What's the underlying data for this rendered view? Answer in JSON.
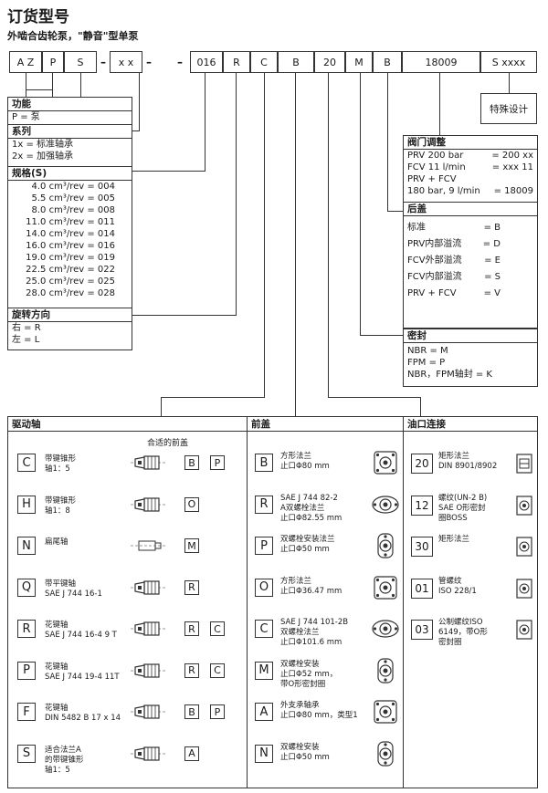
{
  "header": {
    "title": "订货型号",
    "subtitle": "外啮合齿轮泵，\"静音\"型单泵"
  },
  "code_cells": [
    "A Z",
    "P",
    "S",
    "x x",
    "016",
    "R",
    "C",
    "B",
    "20",
    "M",
    "B",
    "18009",
    "S xxxx"
  ],
  "dash": "–",
  "boxes": {
    "function": {
      "title": "功能",
      "lines": [
        "P = 泵"
      ]
    },
    "series": {
      "title": "系列",
      "lines": [
        "1x = 标准轴承",
        "2x = 加强轴承"
      ]
    },
    "size": {
      "title": "规格(S)",
      "lines": [
        "4.0 cm³/rev = 004",
        "5.5 cm³/rev = 005",
        "8.0 cm³/rev = 008",
        "11.0 cm³/rev = 011",
        "14.0 cm³/rev = 014",
        "16.0 cm³/rev = 016",
        "19.0 cm³/rev = 019",
        "22.5 cm³/rev = 022",
        "25.0 cm³/rev = 025",
        "28.0 cm³/rev = 028"
      ]
    },
    "rotation": {
      "title": "旋转方向",
      "lines": [
        "右 = R",
        "左 = L"
      ]
    },
    "special": {
      "title": "特殊设计"
    },
    "valve": {
      "title": "阀门调整",
      "rows": [
        {
          "k": "PRV 200 bar",
          "v": "= 200 xx"
        },
        {
          "k": "FCV 11 l/min",
          "v": "= xxx 11"
        },
        {
          "k": "PRV + FCV",
          "v": ""
        },
        {
          "k": "180 bar, 9 l/min",
          "v": "= 18009"
        }
      ]
    },
    "rear_cover": {
      "title": "后盖",
      "rows": [
        {
          "k": "标准",
          "v": "= B"
        },
        {
          "k": "PRV内部溢流",
          "v": "= D"
        },
        {
          "k": "FCV外部溢流",
          "v": "= E"
        },
        {
          "k": "FCV内部溢流",
          "v": "= S"
        },
        {
          "k": "PRV + FCV",
          "v": "= V"
        }
      ]
    },
    "seal": {
      "title": "密封",
      "lines": [
        "NBR = M",
        "FPM = P",
        "NBR，FPM轴封 = K"
      ]
    }
  },
  "drive_shaft": {
    "title": "驱动轴",
    "col_head": "合适的前盖",
    "items": [
      {
        "code": "C",
        "desc": [
          "带键锥形",
          "轴1：5"
        ],
        "covers": [
          "B",
          "P"
        ]
      },
      {
        "code": "H",
        "desc": [
          "带键锥形",
          "轴1：8"
        ],
        "covers": [
          "O"
        ]
      },
      {
        "code": "N",
        "desc": [
          "扁尾轴"
        ],
        "covers": [
          "M"
        ]
      },
      {
        "code": "Q",
        "desc": [
          "带平键轴",
          "SAE J 744 16-1"
        ],
        "covers": [
          "R"
        ]
      },
      {
        "code": "R",
        "desc": [
          "花键轴",
          "SAE J 744 16-4 9 T"
        ],
        "covers": [
          "R",
          "C"
        ]
      },
      {
        "code": "P",
        "desc": [
          "花键轴",
          "SAE J 744 19-4 11T"
        ],
        "covers": [
          "R",
          "C"
        ]
      },
      {
        "code": "F",
        "desc": [
          "花键轴",
          "DIN 5482 B 17 x 14"
        ],
        "covers": [
          "B",
          "P"
        ]
      },
      {
        "code": "S",
        "desc": [
          "适合法兰A",
          "的带键锥形",
          "轴1：5"
        ],
        "covers": [
          "A"
        ]
      }
    ]
  },
  "front_cover": {
    "title": "前盖",
    "items": [
      {
        "code": "B",
        "desc": [
          "方形法兰",
          "止口Φ80 mm"
        ]
      },
      {
        "code": "R",
        "desc": [
          "SAE J 744 82-2",
          "A双螺栓法兰",
          "止口Φ82.55 mm"
        ]
      },
      {
        "code": "P",
        "desc": [
          "双螺栓安装法兰",
          "止口Φ50 mm"
        ]
      },
      {
        "code": "O",
        "desc": [
          "方形法兰",
          "止口Φ36.47 mm"
        ]
      },
      {
        "code": "C",
        "desc": [
          "SAE J 744 101-2B",
          "双螺栓法兰",
          "止口Φ101.6 mm"
        ]
      },
      {
        "code": "M",
        "desc": [
          "双螺栓安装",
          "止口Φ52 mm，",
          "带O形密封圈"
        ]
      },
      {
        "code": "A",
        "desc": [
          "外支承轴承",
          "止口Φ80 mm，类型1"
        ]
      },
      {
        "code": "N",
        "desc": [
          "双螺栓安装",
          "止口Φ50 mm"
        ]
      }
    ]
  },
  "oil_port": {
    "title": "油口连接",
    "items": [
      {
        "code": "20",
        "desc": [
          "矩形法兰",
          "DIN 8901/8902"
        ]
      },
      {
        "code": "12",
        "desc": [
          "螺纹(UN-2 B)",
          "SAE O形密封",
          "圈BOSS"
        ]
      },
      {
        "code": "30",
        "desc": [
          "矩形法兰"
        ]
      },
      {
        "code": "01",
        "desc": [
          "管螺纹",
          "ISO 228/1"
        ]
      },
      {
        "code": "03",
        "desc": [
          "公制螺纹ISO",
          "6149，带O形",
          "密封圈"
        ]
      }
    ]
  }
}
